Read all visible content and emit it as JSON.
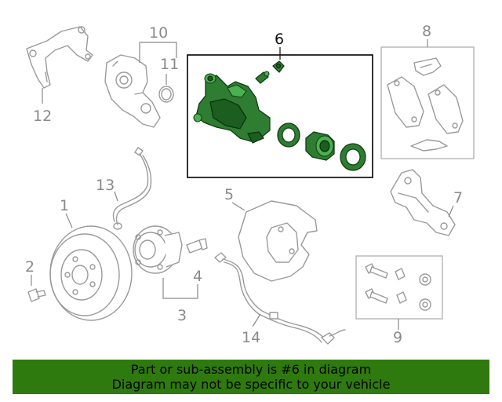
{
  "callouts": {
    "c1": "1",
    "c2": "2",
    "c3": "3",
    "c4": "4",
    "c5": "5",
    "c6": "6",
    "c7": "7",
    "c8": "8",
    "c9": "9",
    "c10": "10",
    "c11": "11",
    "c12": "12",
    "c13": "13",
    "c14": "14"
  },
  "highlighted_part": "6",
  "colors": {
    "highlight": "#2e7d32",
    "banner": "#2f7a0e",
    "line": "#9a9a9a"
  },
  "banner": {
    "line1": "Part or sub-assembly is #6 in diagram",
    "line2": "Diagram may not be specific to your vehicle"
  }
}
